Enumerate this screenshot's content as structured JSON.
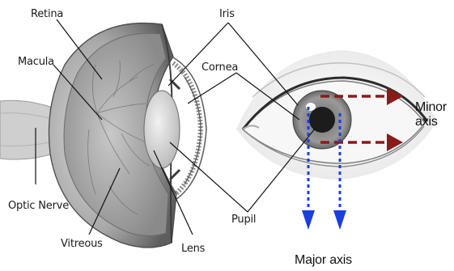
{
  "labels": {
    "retina": "Retina",
    "macula": "Macula",
    "optic_nerve": "Optic Nerve",
    "vitreous": "Vitreous",
    "lens": "Lens",
    "iris": "Iris",
    "cornea": "Cornea",
    "pupil": "Pupil",
    "minor_axis_line1": "Minor",
    "minor_axis_line2": "axis",
    "major_axis": "Major axis"
  },
  "colors": {
    "minor_axis_arrow": "#8b1a1a",
    "major_axis_arrow": "#1a3fe0",
    "leader_line": "#111111"
  }
}
